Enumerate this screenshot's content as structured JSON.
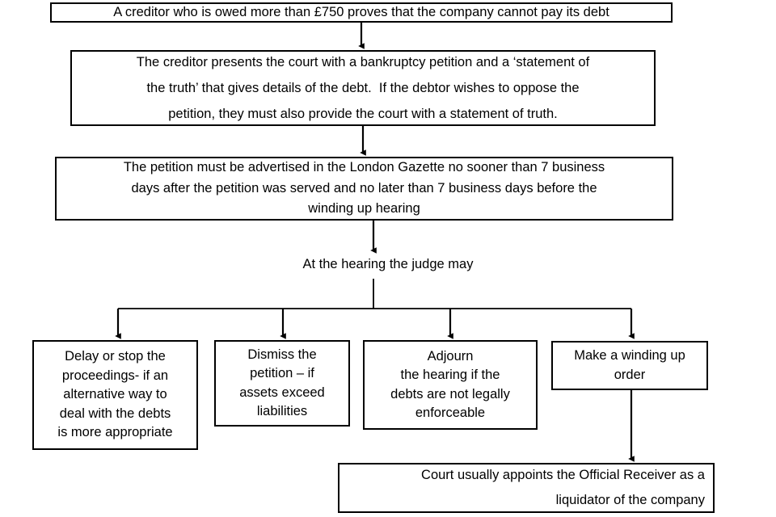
{
  "diagram": {
    "title": "Winding up petition process flowchart",
    "colors": {
      "stroke": "#000000",
      "fill": "#ffffff",
      "text": "#000000"
    },
    "nodes": {
      "creditor_proof": {
        "lines": [
          "A creditor who is owed more than £750 proves that the company cannot pay its debt"
        ]
      },
      "creditor_petition": {
        "lines": [
          "The creditor presents the court with a bankruptcy petition and a ‘statement of",
          "the truth’ that gives details of the debt.  If the debtor wishes to oppose the",
          "petition, they must also provide the court with a statement of truth."
        ]
      },
      "advertise_gazette": {
        "lines": [
          "The petition must be advertised in the London Gazette no sooner than 7 business",
          "days after the petition was served and no later than 7 business days before the",
          "winding up hearing"
        ]
      },
      "hearing_label": {
        "lines": [
          "At the hearing the judge may"
        ]
      },
      "delay_stop": {
        "lines": [
          "Delay or stop the",
          "proceedings- if an",
          "alternative way to",
          "deal with the debts",
          "is more appropriate"
        ]
      },
      "dismiss_petition": {
        "lines": [
          "Dismiss the",
          "petition – if",
          "assets exceed",
          "liabilities"
        ]
      },
      "adjourn_hearing": {
        "lines": [
          "Adjourn",
          "the hearing if the",
          "debts are not legally",
          "enforceable"
        ]
      },
      "winding_up_order": {
        "lines": [
          "Make a winding up",
          "order"
        ]
      },
      "official_receiver": {
        "lines": [
          "Court usually appoints the Official Receiver as a",
          "liquidator of the company"
        ]
      }
    }
  }
}
